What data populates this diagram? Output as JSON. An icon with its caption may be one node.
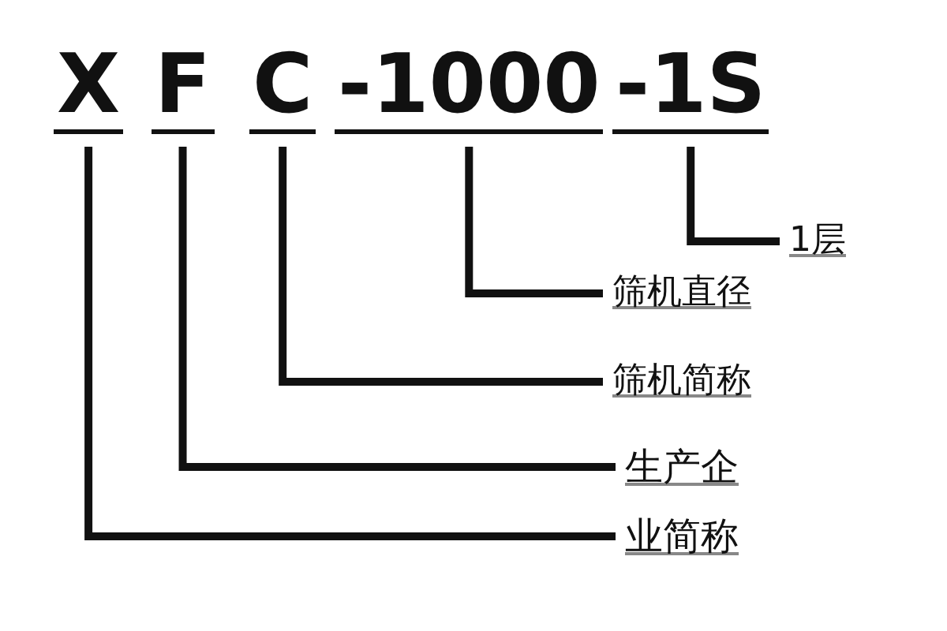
{
  "diagram": {
    "nodes": [
      {
        "text": [
          "X"
        ]
      },
      {
        "text": [
          "F"
        ]
      },
      {
        "text": [
          "C"
        ]
      },
      {
        "text": [
          "-1000"
        ]
      },
      {
        "text": [
          "-1S"
        ]
      },
      {
        "text": [
          "1层"
        ]
      },
      {
        "text": [
          "筛机直径"
        ]
      },
      {
        "text": [
          "筛机简称"
        ]
      },
      {
        "text": [
          "生产企业简称"
        ]
      }
    ],
    "edges": [
      {
        "from": 4,
        "to": 5,
        "arrow": "none"
      },
      {
        "from": 3,
        "to": 6,
        "arrow": "none"
      },
      {
        "from": 2,
        "to": 7,
        "arrow": "none"
      },
      {
        "from": 1,
        "to": 8,
        "arrow": "none"
      },
      {
        "from": 0,
        "to": 8,
        "arrow": "none"
      }
    ]
  }
}
